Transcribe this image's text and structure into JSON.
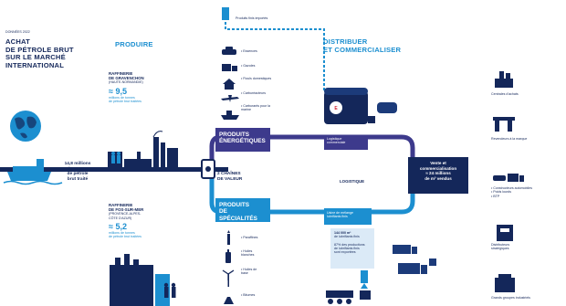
{
  "date_label": "DONNÉES 2022",
  "left": {
    "title_lines": [
      "ACHAT",
      "DE PÉTROLE BRUT",
      "SUR LE MARCHÉ",
      "INTERNATIONAL"
    ],
    "crude_box": [
      "14,8 millions",
      "de tonnes",
      "de pétrole",
      "brut traité"
    ]
  },
  "produire": {
    "heading": "PRODUIRE",
    "gravenchon": {
      "name_lines": [
        "RAFFINERIE",
        "DE GRAVENCHON"
      ],
      "region": "(HAUTE-NORMANDIE)",
      "value": "≈ 9,5",
      "caption_lines": [
        "millions de tonnes",
        "de pétrole brut traitées"
      ]
    },
    "fos": {
      "name_lines": [
        "RAFFINERIE",
        "DE FOS-SUR-MER"
      ],
      "region_lines": [
        "(PROVENCE-ALPES-",
        "CÔTE D'AZUR)"
      ],
      "value": "≈ 5,2",
      "caption_lines": [
        "millions de tonnes",
        "de pétrole brut traitées"
      ]
    }
  },
  "imported": "Produits finis importés",
  "energy_products": [
    "Essences",
    "Gazoles",
    "Fiouls domestiques",
    "Carburéacteurs",
    "Carburants pour la marine"
  ],
  "specialty_products": [
    "Paraffines",
    "Huiles blanches",
    "Huiles de base",
    "Bitumes"
  ],
  "center": {
    "energetic_lines": [
      "PRODUITS",
      "ÉNERGÉTIQUES"
    ],
    "specialty_lines": [
      "PRODUITS",
      "DE SPÉCIALITÉS"
    ],
    "chains_lines": [
      "2 CHAÎNES",
      "DE VALEUR"
    ],
    "logistics": "LOGISTIQUE",
    "commercial_logistics_lines": [
      "Logistique",
      "commerciale"
    ],
    "blending_lines": [
      "Usine de mélange",
      "lubrifiants finis"
    ],
    "lub_volume_lines": [
      "144 000 m³",
      "de lubrifiants finis"
    ],
    "export_lines": [
      "87% des productions",
      "de lubrifiants finis",
      "sont exportées"
    ]
  },
  "distribuer": {
    "heading_lines": [
      "DISTRIBUER",
      "ET COMMERCIALISER"
    ],
    "sales_lines": [
      "Vente et",
      "commercialisation",
      "≈ 24 millions",
      "de m³ vendus"
    ]
  },
  "customers": [
    "Centrales d'achats",
    "Revendeurs à la marque",
    "Constructeurs automobiles",
    "Poids lourds",
    "BTP",
    "Distributeurs stratégiques",
    "Grands groupes industriels"
  ],
  "colors": {
    "navy": "#14275a",
    "accent_blue": "#1c8fd0",
    "purple": "#3d3a8c"
  }
}
